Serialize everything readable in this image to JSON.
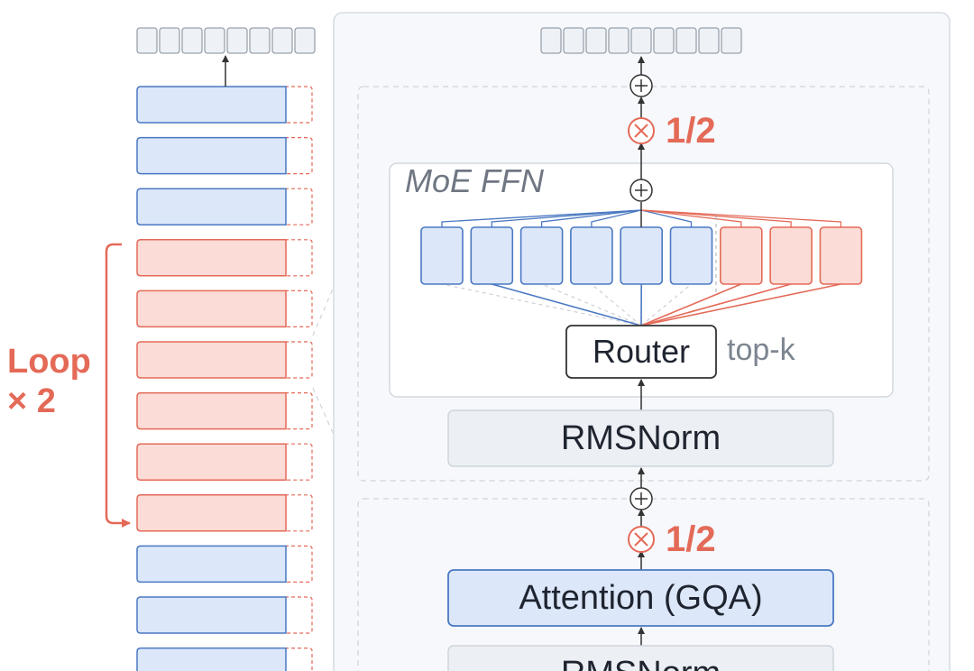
{
  "loop_label": {
    "line1": "Loop",
    "line2": "× 2"
  },
  "moe": {
    "title": "MoE FFN",
    "router": "Router",
    "topk": "top-k"
  },
  "scales": {
    "upper": "1/2",
    "lower": "1/2"
  },
  "blocks": {
    "rmsnorm_upper": "RMSNorm",
    "attention": "Attention (GQA)",
    "rmsnorm_lower": "RMSNorm"
  },
  "layer_stack": [
    "shared",
    "shared",
    "shared",
    "looped",
    "looped",
    "looped",
    "looped",
    "looped",
    "looped",
    "shared",
    "shared",
    "shared"
  ],
  "experts": [
    "routed",
    "routed",
    "routed",
    "routed",
    "routed",
    "routed",
    "shared",
    "shared",
    "shared"
  ],
  "tokens": {
    "left_count": 8,
    "right_count": 9
  },
  "colors": {
    "blue_fill": "#dce7fa",
    "blue_stroke": "#4a78c2",
    "red_fill": "#fbdcd6",
    "red_stroke": "#e46a58",
    "panel_fill": "#f6f8fb",
    "panel_stroke": "#d6dbe3",
    "gray_fill": "#eceff3",
    "gray_stroke": "#cfd5dd"
  }
}
